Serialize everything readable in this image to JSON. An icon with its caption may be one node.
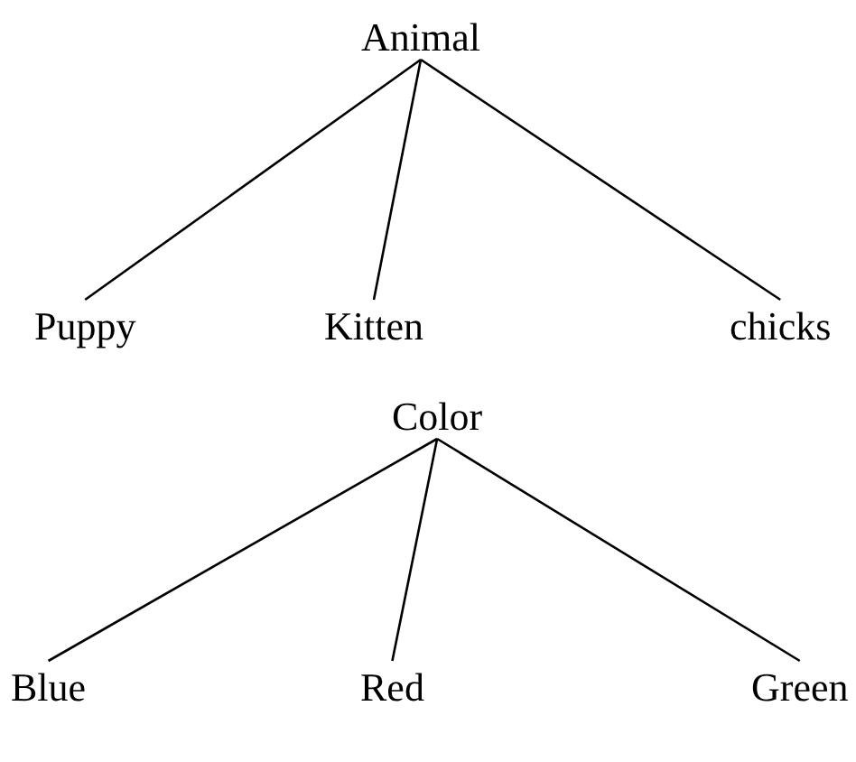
{
  "diagram": {
    "nodes": [
      {
        "text": [
          "Animal"
        ]
      },
      {
        "text": [
          "Puppy"
        ]
      },
      {
        "text": [
          "Kitten"
        ]
      },
      {
        "text": [
          "chicks"
        ]
      },
      {
        "text": [
          "Color"
        ]
      },
      {
        "text": [
          "Blue"
        ]
      },
      {
        "text": [
          "Red"
        ]
      },
      {
        "text": [
          "Green"
        ]
      }
    ],
    "edges": [
      {
        "from": 0,
        "to": 1,
        "arrow": "none"
      },
      {
        "from": 0,
        "to": 2,
        "arrow": "none"
      },
      {
        "from": 0,
        "to": 3,
        "arrow": "none"
      },
      {
        "from": 4,
        "to": 5,
        "arrow": "none"
      },
      {
        "from": 4,
        "to": 6,
        "arrow": "none"
      },
      {
        "from": 4,
        "to": 7,
        "arrow": "none"
      }
    ]
  }
}
